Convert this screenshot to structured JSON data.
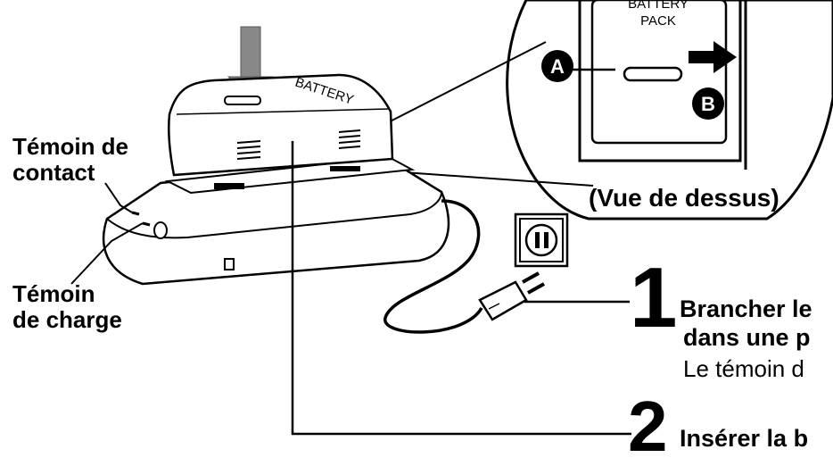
{
  "labels": {
    "contact_line1": "Témoin de",
    "contact_line2": "contact",
    "charge_line1": "Témoin",
    "charge_line2": "de charge",
    "top_view": "(Vue de dessus)",
    "marker_a": "A",
    "marker_b": "B",
    "battery_pack_line1": "BATTERY",
    "battery_pack_line2": "PACK",
    "battery_side": "BATTERY"
  },
  "steps": [
    {
      "number": "1",
      "line1": "Brancher le",
      "line2": "dans une p",
      "line3": "Le témoin d"
    },
    {
      "number": "2",
      "line1": "Insérer la b"
    }
  ]
}
